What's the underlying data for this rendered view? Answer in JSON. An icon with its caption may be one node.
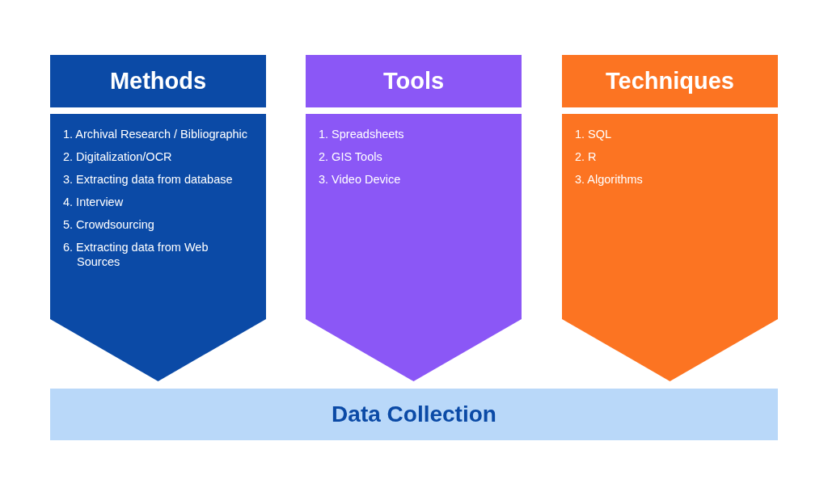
{
  "diagram": {
    "nodes": [
      {
        "text": [
          "Methods"
        ]
      },
      {
        "text": [
          "1. Archival Research / Bibliographic",
          "2. Digitalization/OCR",
          "3. Extracting data from database",
          "4. Interview",
          "5. Crowdsourcing",
          "6. Extracting data from Web Sources"
        ]
      },
      {
        "text": [
          "Tools"
        ]
      },
      {
        "text": [
          "1. Spreadsheets",
          "2. GIS Tools",
          "3. Video Device"
        ]
      },
      {
        "text": [
          "Techniques"
        ]
      },
      {
        "text": [
          "1. SQL",
          "2. R",
          "3. Algorithms"
        ]
      },
      {
        "text": [
          "Data Collection"
        ]
      }
    ]
  }
}
